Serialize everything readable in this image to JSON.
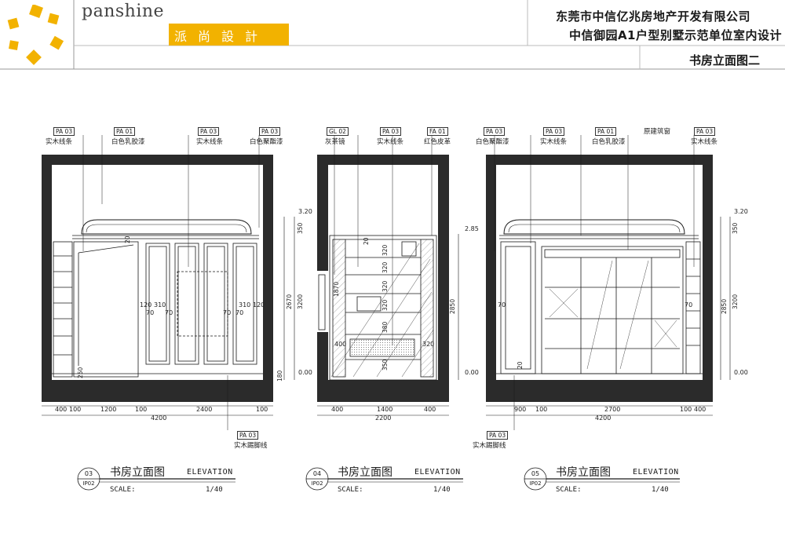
{
  "header": {
    "brand": "panshine",
    "brand_cn": "派尚設計",
    "company": "东莞市中信亿兆房地产开发有限公司",
    "project": "中信御园A1户型别墅示范单位室内设计",
    "sheet_title": "书房立面图二"
  },
  "elevations": [
    {
      "callouts": [
        {
          "code": "PA 03",
          "label": "实木线条"
        },
        {
          "code": "PA 01",
          "label": "白色乳胶漆"
        },
        {
          "code": "PA 03",
          "label": "实木线条"
        },
        {
          "code": "PA 03",
          "label": "白色聚酯漆"
        }
      ],
      "bottom_callout": {
        "code": "PA 03",
        "label": "实木踢脚线"
      },
      "dims_bottom": [
        "400",
        "100",
        "1200",
        "100",
        "2400",
        "100"
      ],
      "dim_total": "4200",
      "dims_right": [
        "3.20",
        "350",
        "2670",
        "3200",
        "180",
        "0.00"
      ],
      "inner_dims": [
        "120",
        "310",
        "70",
        "70",
        "310",
        "120",
        "70",
        "70",
        "20",
        "250"
      ],
      "title": "书房立面图",
      "title_en": "ELEVATION",
      "number": "03",
      "sheet_ref": "IP02",
      "scale_label": "SCALE:",
      "scale": "1/40"
    },
    {
      "callouts": [
        {
          "code": "GL 02",
          "label": "灰茶镜"
        },
        {
          "code": "PA 03",
          "label": "实木线条"
        },
        {
          "code": "FA 01",
          "label": "红色皮革"
        }
      ],
      "dims_bottom": [
        "400",
        "1400",
        "400"
      ],
      "dim_total": "2200",
      "dims_right": [
        "2.85",
        "2850",
        "0.00"
      ],
      "inner_dims": [
        "20",
        "320",
        "320",
        "320",
        "320",
        "380",
        "400",
        "320",
        "350",
        "1870"
      ],
      "title": "书房立面图",
      "title_en": "ELEVATION",
      "number": "04",
      "sheet_ref": "IP02",
      "scale_label": "SCALE:",
      "scale": "1/40"
    },
    {
      "callouts": [
        {
          "code": "PA 03",
          "label": "白色聚酯漆"
        },
        {
          "code": "PA 03",
          "label": "实木线条"
        },
        {
          "code": "PA 01",
          "label": "白色乳胶漆"
        },
        {
          "code": "",
          "label": "原建筑窗"
        },
        {
          "code": "PA 03",
          "label": "实木线条"
        }
      ],
      "bottom_callout": {
        "code": "PA 03",
        "label": "实木踢脚线"
      },
      "dims_bottom": [
        "900",
        "100",
        "2700",
        "100",
        "400"
      ],
      "dim_total": "4200",
      "dims_right": [
        "3.20",
        "350",
        "2850",
        "3200",
        "0.00"
      ],
      "inner_dims": [
        "70",
        "70",
        "20"
      ],
      "title": "书房立面图",
      "title_en": "ELEVATION",
      "number": "05",
      "sheet_ref": "IP02",
      "scale_label": "SCALE:",
      "scale": "1/40"
    }
  ],
  "colors": {
    "accent": "#f2b200",
    "wall": "#2b2b2b",
    "line": "#1a1a1a"
  }
}
